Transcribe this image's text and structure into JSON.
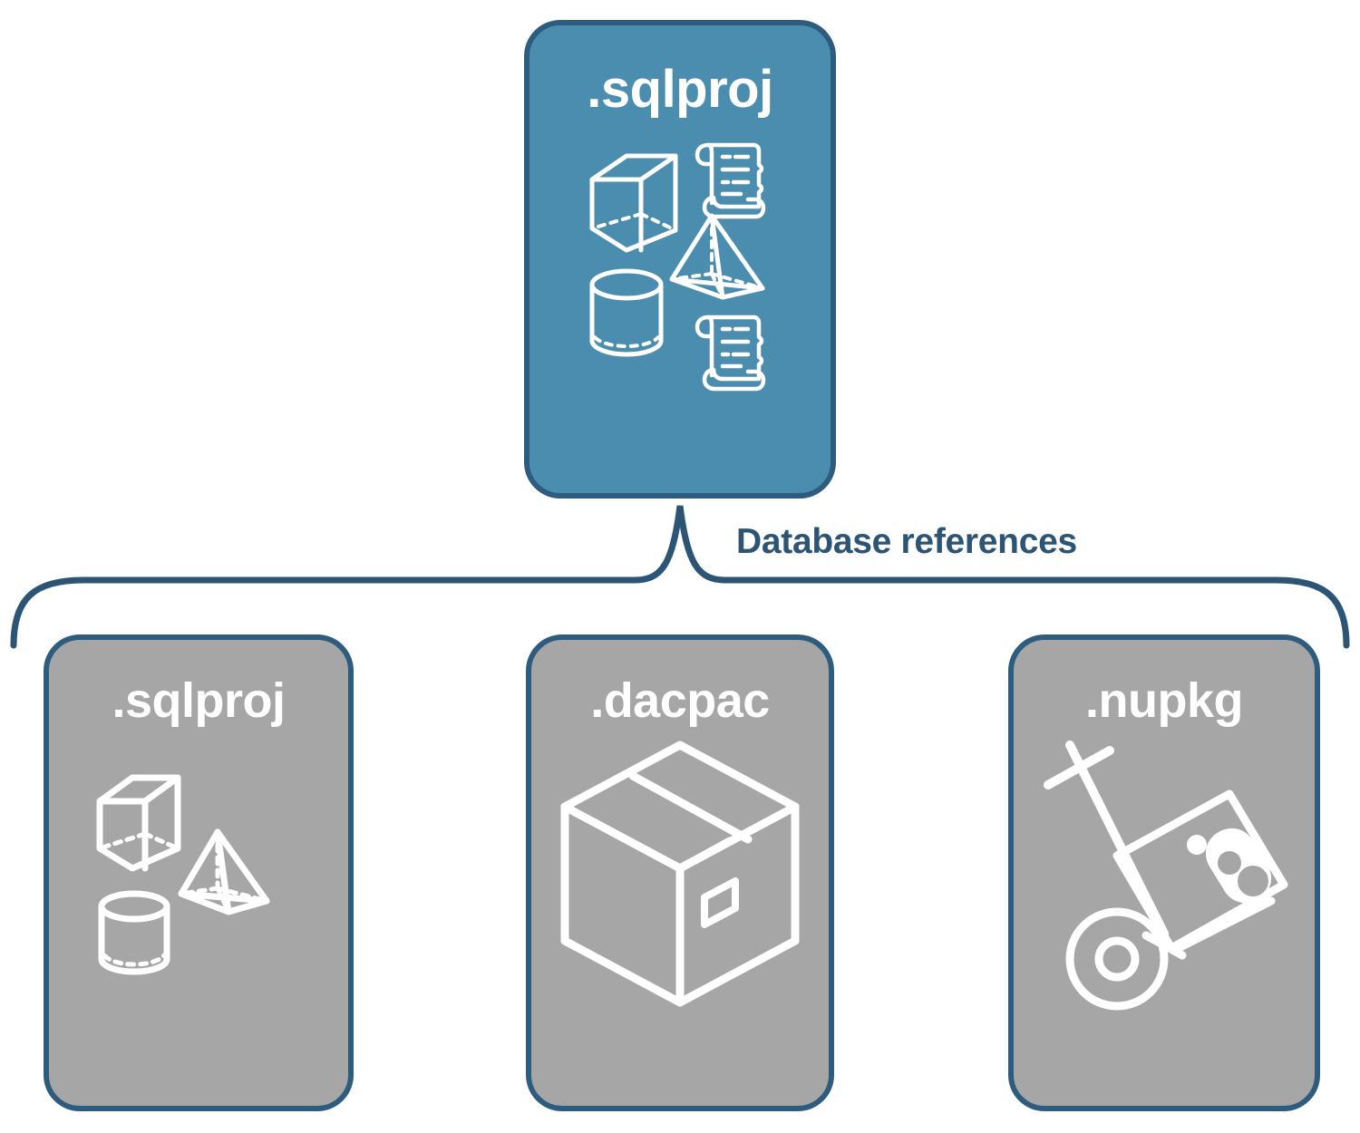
{
  "diagram": {
    "title_node": {
      "label": ".sqlproj",
      "fill_color": "#4A8DAF",
      "border_color": "#2E5C7E",
      "icons": [
        "cube-icon",
        "scroll-icon",
        "pyramid-icon",
        "cylinder-icon",
        "scroll-icon"
      ]
    },
    "connector": {
      "label": "Database references",
      "label_color": "#2C5474",
      "line_color": "#2C5474"
    },
    "reference_nodes": [
      {
        "label": ".sqlproj",
        "fill_color": "#A6A6A6",
        "border_color": "#2E5C7E",
        "icons": [
          "cube-icon",
          "pyramid-icon",
          "cylinder-icon"
        ]
      },
      {
        "label": ".dacpac",
        "fill_color": "#A6A6A6",
        "border_color": "#2E5C7E",
        "icons": [
          "package-box-icon"
        ]
      },
      {
        "label": ".nupkg",
        "fill_color": "#A6A6A6",
        "border_color": "#2E5C7E",
        "icons": [
          "hand-truck-icon"
        ]
      }
    ]
  }
}
